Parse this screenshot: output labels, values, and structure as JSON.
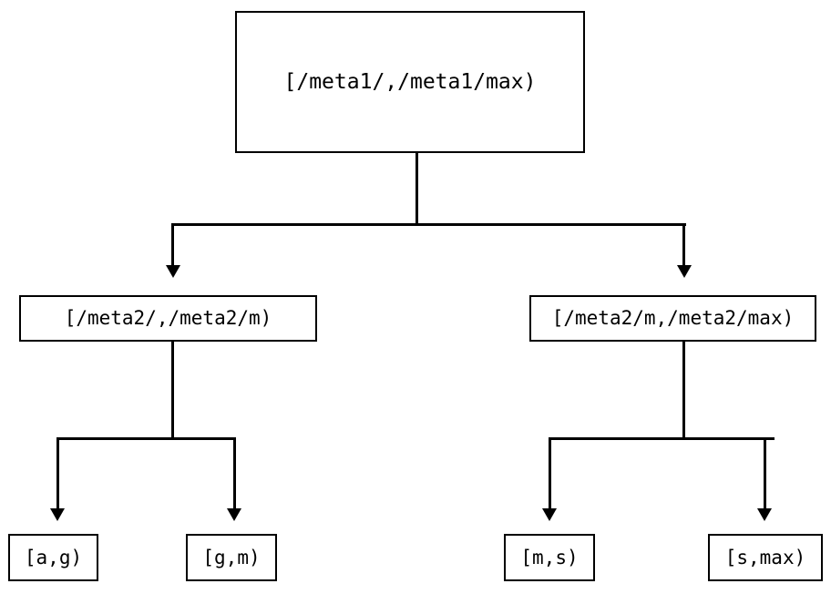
{
  "diagram": {
    "type": "tree",
    "title": "",
    "orientation": "top-down",
    "colors": {
      "background": "#ffffff",
      "stroke": "#000000",
      "text": "#000000",
      "node_fill": "#ffffff"
    },
    "nodes": {
      "root": {
        "label": "[/meta1/,/meta1/max)",
        "level": 0
      },
      "meta2_low": {
        "label": "[/meta2/,/meta2/m)",
        "level": 1
      },
      "meta2_high": {
        "label": "[/meta2/m,/meta2/max)",
        "level": 1
      },
      "leaf_ag": {
        "label": "[a,g)",
        "level": 2
      },
      "leaf_gm": {
        "label": "[g,m)",
        "level": 2
      },
      "leaf_ms": {
        "label": "[m,s)",
        "level": 2
      },
      "leaf_smax": {
        "label": "[s,max)",
        "level": 2
      }
    },
    "edges": [
      {
        "from": "root",
        "to": "meta2_low",
        "arrow": "down-triangle"
      },
      {
        "from": "root",
        "to": "meta2_high",
        "arrow": "down-triangle"
      },
      {
        "from": "meta2_low",
        "to": "leaf_ag",
        "arrow": "down-triangle"
      },
      {
        "from": "meta2_low",
        "to": "leaf_gm",
        "arrow": "down-triangle"
      },
      {
        "from": "meta2_high",
        "to": "leaf_ms",
        "arrow": "down-triangle"
      },
      {
        "from": "meta2_high",
        "to": "leaf_smax",
        "arrow": "down-triangle"
      }
    ]
  }
}
